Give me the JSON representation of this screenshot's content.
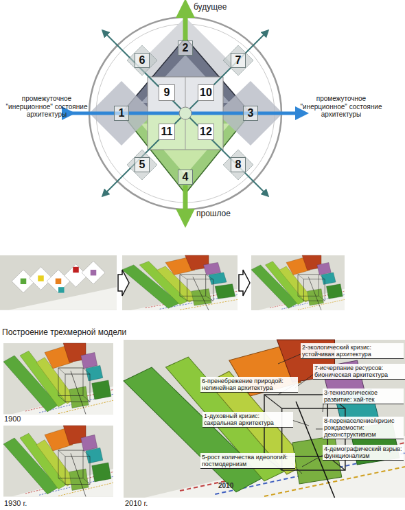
{
  "diagram": {
    "nodes": [
      {
        "text": [
          "2"
        ]
      },
      {
        "text": [
          "6"
        ]
      },
      {
        "text": [
          "7"
        ]
      },
      {
        "text": [
          "9"
        ]
      },
      {
        "text": [
          "10"
        ]
      },
      {
        "text": [
          "1"
        ]
      },
      {
        "text": [
          "3"
        ]
      },
      {
        "text": [
          "11"
        ]
      },
      {
        "text": [
          "12"
        ]
      },
      {
        "text": [
          "5"
        ]
      },
      {
        "text": [
          "4"
        ]
      },
      {
        "text": [
          "8"
        ]
      },
      {
        "text": [
          "2-экологический кризис: устойчивая архитектура"
        ]
      },
      {
        "text": [
          "7-исчерпание ресурсов: бионическая архитектура"
        ]
      },
      {
        "text": [
          "6-пренебрежение природой: нелинейная архитектура"
        ]
      },
      {
        "text": [
          "3-технологическое развитие: хай-тек"
        ]
      },
      {
        "text": [
          "1-духовный кризис: сакральная архитектура"
        ]
      },
      {
        "text": [
          "8-перенаселение/кризис рождаемости: деконструктивизм"
        ]
      },
      {
        "text": [
          "4-демографический взрыв: функционализм"
        ]
      },
      {
        "text": [
          "5-рост количества идеологий: постмодернизм"
        ]
      }
    ],
    "labels": [
      "будущее",
      "промежуточное \"инерционное\" состояние архитектуры",
      "промежуточное \"инерционное\" состояние архитектуры",
      "прошлое",
      "Построение трехмерной модели",
      "1900",
      "2010",
      "1930 г.",
      "2010 г."
    ]
  }
}
